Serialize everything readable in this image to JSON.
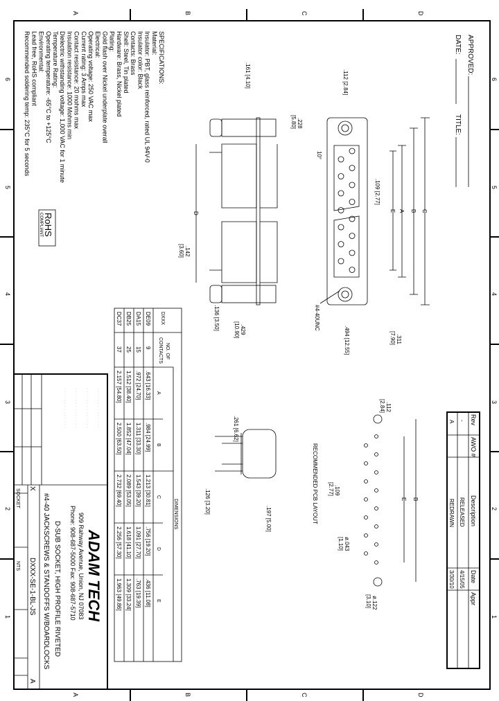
{
  "header": {
    "approved_label": "APPROVED:",
    "date_label": "DATE:",
    "title_label": "TITLE:"
  },
  "zones": {
    "letters": [
      "A",
      "B",
      "C",
      "D"
    ],
    "numbers": [
      "6",
      "5",
      "4",
      "3",
      "2",
      "1"
    ]
  },
  "revision_table": {
    "headers": [
      "Rev",
      "AWO #",
      "Description",
      "Date",
      "Appr"
    ],
    "rows": [
      {
        "rev": "-",
        "awo": "",
        "description": "RELEASED",
        "date": "4/15/05",
        "appr": ""
      },
      {
        "rev": "A",
        "awo": "",
        "description": "REDRAWN",
        "date": "3/30/10",
        "appr": ""
      }
    ]
  },
  "specifications": [
    "SPECIFICATIONS:",
    "Material:",
    "Insulator: PBT, glass reinforced, rated UL 94V-0",
    "Insulator color: Black",
    "Contacts: Brass",
    "Shell: Steel, Tin plated",
    "Hardware: Brass, Nickel plated",
    "Plating:",
    "Gold flash over Nickel underplate overall",
    "Electrical:",
    "Operating voltage: 250 VAC max",
    "Current rating: 3 Amps max",
    "Contact resistance: 20 mohms max",
    "Insulation resistance: 1000 Mohms min",
    "Dielectric withstanding voltage: 1,000 VAC for 1 minute",
    "Temperature Rating:",
    "Operating temperature: -65°C to +125°C",
    "Environmental:",
    "Lead free, RoHS compliant",
    "Recommended soldering temp: 235°C for 5 seconds"
  ],
  "rohs": {
    "line1": "RoHS",
    "line2": "COMPLIANT"
  },
  "dimension_labels": {
    "d112": ".112 [2.84]",
    "d161": ".161 [4.10]",
    "d228a": ".228",
    "d228b": "[5.80]",
    "angle": "10°",
    "d109": ".109 [2.77]",
    "C": "C",
    "B": "B",
    "A": "A",
    "E": "E",
    "D": "D",
    "d142a": ".142",
    "d142b": "[3.60]",
    "d136": ".136 [3.50]",
    "d429a": ".429",
    "d429b": "[10.90]",
    "thread": "#4-40UNC",
    "d494": ".494 [12.55]",
    "d311a": ".311",
    "d311b": "[7.90]",
    "d261": ".261 [6.62]",
    "d197": ".197 [5.00]",
    "d126": ".126 [3.20]",
    "pcb_title": "RECOMMENDED PCB LAYOUT",
    "pcb_112a": ".112",
    "pcb_112b": "[2.84]",
    "pcb_109a": ".109",
    "pcb_109b": "[2.77]",
    "pcb_043a": "ø.043",
    "pcb_043b": "[1.10]",
    "pcb_122a": "ø.122",
    "pcb_122b": "[3.10]",
    "pcb_E": "E",
    "pcb_B": "B"
  },
  "dimension_table": {
    "title": "DIMENSIONS",
    "headers": [
      "DXXX",
      "NO. OF",
      "CONTACTS",
      "A",
      "B",
      "C",
      "D",
      "E"
    ],
    "rows": [
      {
        "dxxx": "DE09",
        "contacts": "9",
        "a": ".643 [16.33]",
        "b": ".984 [24.99]",
        "c": "1.213 [30.81]",
        "d": ".756 [19.20]",
        "e": ".436 [11.08]"
      },
      {
        "dxxx": "DA15",
        "contacts": "15",
        "a": ".972 [24.70]",
        "b": "1.311 [33.30]",
        "c": "1.543 [39.20]",
        "d": "1.091 [27.70]",
        "e": ".763 [19.39]"
      },
      {
        "dxxx": "DB25",
        "contacts": "25",
        "a": "1.512 [38.40]",
        "b": "1.852 [47.04]",
        "c": "2.089 [53.05]",
        "d": "1.618 [41.10]",
        "e": "1.309 [33.24]"
      },
      {
        "dxxx": "DC37",
        "contacts": "37",
        "a": "2.157 [54.80]",
        "b": "2.500 [63.50]",
        "c": "2.732 [69.40]",
        "d": "2.256 [57.30]",
        "e": "1.963 [49.86]"
      }
    ]
  },
  "title_block": {
    "company": "ADAM TECH",
    "address": "909 Rahway Avenue, Union, NJ 07083",
    "phone": "Phone: 908-687-5000 Fax: 908-687-5710",
    "description1": "D-SUB SOCKET, HIGH PROFILE RIVETED",
    "description2": "#4-40 JACKSCREWS & STANDOFFS W/BOARDLOCKS",
    "type": "SOCKET",
    "size": "X",
    "part_number": "DXXX-SE-1-BL-JS",
    "scale": "NTS",
    "rev": "A"
  }
}
